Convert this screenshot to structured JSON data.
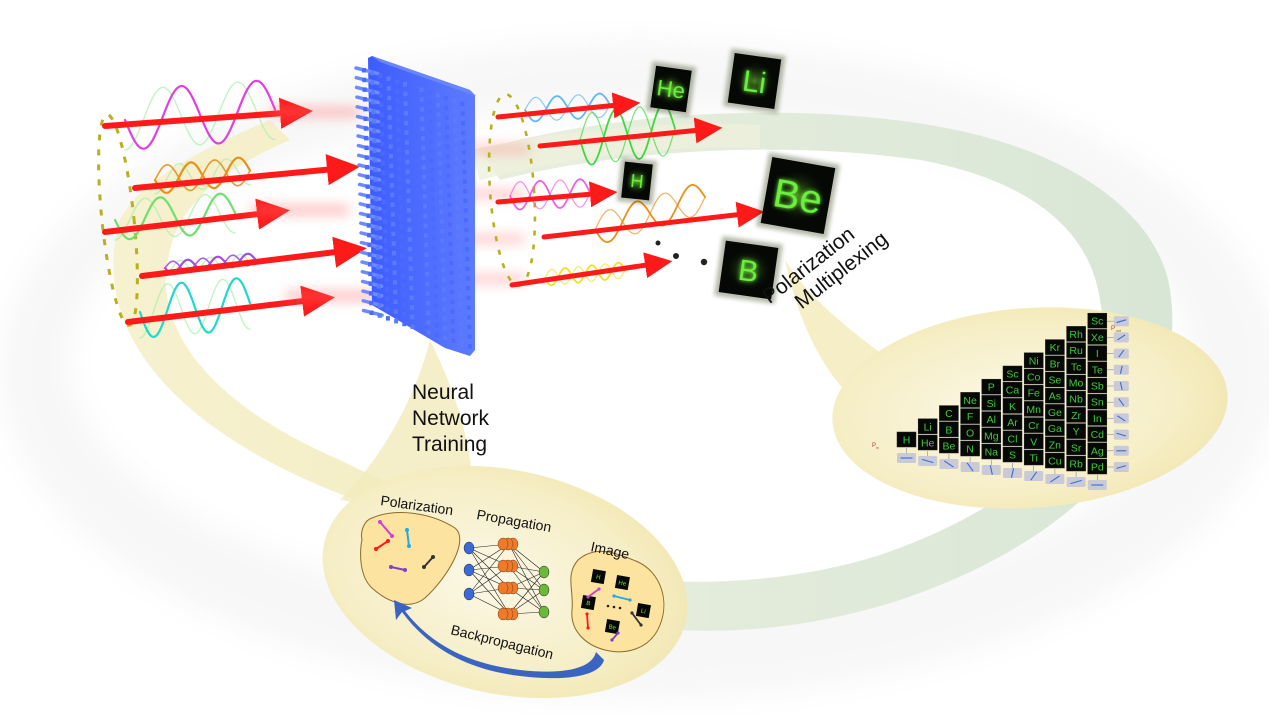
{
  "figure": {
    "left_section": {
      "input_waves": [
        {
          "color": "#e040e0",
          "kind": "linear-vertical"
        },
        {
          "color": "#e8901a",
          "kind": "helical"
        },
        {
          "color": "#6ee06e",
          "kind": "linear-vertical"
        },
        {
          "color": "#a050e0",
          "kind": "helical"
        },
        {
          "color": "#20d8d0",
          "kind": "linear-diagonal"
        }
      ],
      "beam_color": "#ff1a1a"
    },
    "metasurface": {
      "color": "#3b5cff"
    },
    "output_section": {
      "output_waves": [
        {
          "color": "#60b8f0"
        },
        {
          "color": "#40d840"
        },
        {
          "color": "#f060e0"
        },
        {
          "color": "#e8901a"
        },
        {
          "color": "#f0e020"
        }
      ],
      "element_tiles": [
        {
          "symbol": "He"
        },
        {
          "symbol": "Li"
        },
        {
          "symbol": "H"
        },
        {
          "symbol": "Be"
        },
        {
          "symbol": "B"
        }
      ],
      "ellipsis": "• • •"
    },
    "neural_network_training": {
      "title_lines": [
        "Neural",
        "Network",
        "Training"
      ],
      "polarization_label": "Polarization",
      "propagation_label": "Propagation",
      "image_label": "Image",
      "backpropagation_label": "Backpropagation",
      "image_tiles": [
        "H",
        "He",
        "B",
        "Li",
        "Be"
      ],
      "image_ellipsis": "• • •",
      "network_layers": [
        3,
        4,
        3
      ]
    },
    "polarization_multiplexing": {
      "title_lines": [
        "Polarization",
        "Multiplexing"
      ],
      "p_in_label": "P",
      "p_in_sub": "in",
      "p_out_label": "P",
      "p_out_sub": "out",
      "grid_columns": [
        [
          "H"
        ],
        [
          "He",
          "Li"
        ],
        [
          "Be",
          "B",
          "C"
        ],
        [
          "N",
          "O",
          "F",
          "Ne"
        ],
        [
          "Na",
          "Mg",
          "Al",
          "Si",
          "P"
        ],
        [
          "S",
          "Cl",
          "Ar",
          "K",
          "Ca",
          "Sc"
        ],
        [
          "Ti",
          "V",
          "Cr",
          "Mn",
          "Fe",
          "Co",
          "Ni"
        ],
        [
          "Cu",
          "Zn",
          "Ga",
          "Ge",
          "As",
          "Se",
          "Br",
          "Kr"
        ],
        [
          "Rb",
          "Sr",
          "Y",
          "Zr",
          "Nb",
          "Mo",
          "Tc",
          "Ru",
          "Rh"
        ],
        [
          "Pd",
          "Ag",
          "Cd",
          "In",
          "Sn",
          "Sb",
          "Te",
          "I",
          "Xe",
          "Sc"
        ]
      ]
    },
    "colors": {
      "ring_yellow": "#f4efc4",
      "ring_green": "#dde8d8",
      "bubble_fill": "#f5ecc0",
      "tile_bg": "#050805",
      "tile_text": "#6cf03c",
      "blob_fill": "#fde3a0",
      "backprop_arrow": "#3a64c0"
    }
  }
}
